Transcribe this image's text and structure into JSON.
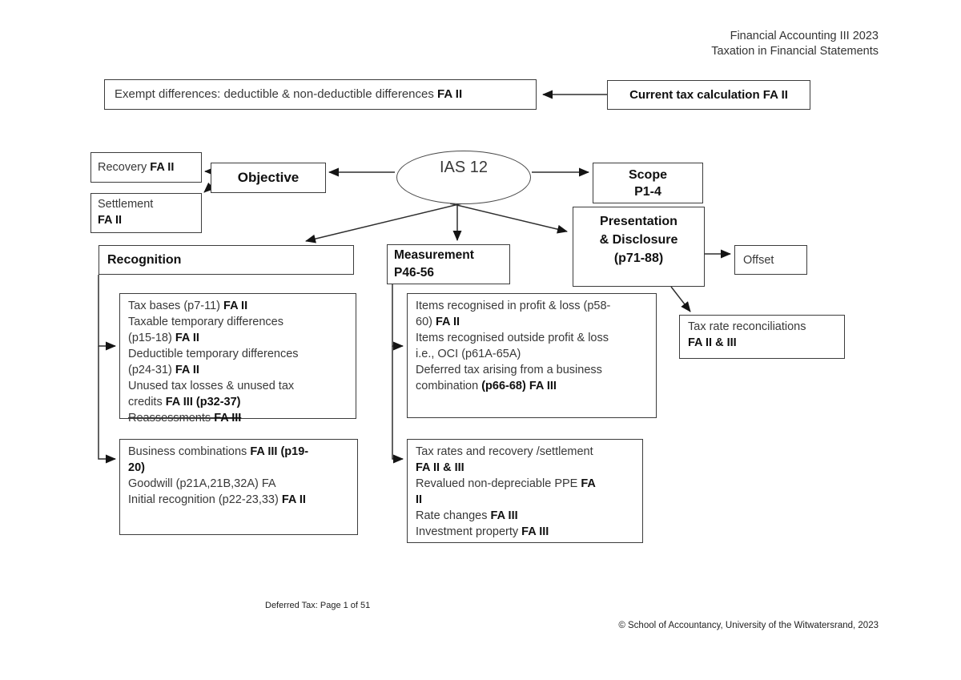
{
  "header": {
    "line1": "Financial Accounting III 2023",
    "line2": "Taxation in Financial Statements"
  },
  "colors": {
    "line": "#2e2e2e",
    "border": "#3c3c3c",
    "text_regular": "#383838",
    "text_bold": "#101010",
    "background": "#ffffff"
  },
  "nodes": {
    "exempt": {
      "lines": [
        [
          {
            "t": "Exempt differences: deductible & non-deductible differences "
          },
          {
            "t": "FA II",
            "b": true
          }
        ]
      ]
    },
    "current_tax": {
      "lines": [
        [
          {
            "t": "Current tax calculation FA II",
            "b": true
          }
        ]
      ]
    },
    "recovery": {
      "lines": [
        [
          {
            "t": "Recovery "
          },
          {
            "t": "FA II",
            "b": true
          }
        ]
      ]
    },
    "objective": {
      "lines": [
        [
          {
            "t": "Objective",
            "b": true
          }
        ]
      ]
    },
    "settlement": {
      "lines": [
        [
          {
            "t": "Settlement"
          }
        ],
        [
          {
            "t": "FA II",
            "b": true
          }
        ]
      ]
    },
    "ias12": {
      "lines": [
        [
          {
            "t": "IAS 12",
            "b": true
          }
        ]
      ]
    },
    "scope": {
      "lines": [
        [
          {
            "t": "Scope",
            "b": true
          }
        ],
        [
          {
            "t": "P1-4",
            "b": true
          }
        ]
      ]
    },
    "presentation_disclosure": {
      "lines": [
        [
          {
            "t": "Presentation",
            "b": true
          }
        ],
        [
          {
            "t": "& Disclosure",
            "b": true
          }
        ],
        [
          {
            "t": "(p71-88)",
            "b": true
          }
        ]
      ]
    },
    "offset": {
      "lines": [
        [
          {
            "t": "Offset"
          }
        ]
      ]
    },
    "tax_rate_reconciliations": {
      "lines": [
        [
          {
            "t": "Tax rate reconciliations"
          }
        ],
        [
          {
            "t": "FA II & III",
            "b": true
          }
        ]
      ]
    },
    "recognition": {
      "lines": [
        [
          {
            "t": "Recognition",
            "b": true
          }
        ]
      ]
    },
    "measurement": {
      "lines": [
        [
          {
            "t": "Measurement",
            "b": true
          }
        ],
        [
          {
            "t": "P46-56",
            "b": true
          }
        ]
      ]
    },
    "recognition_items1": {
      "lines": [
        [
          {
            "t": "Tax bases (p7-11) "
          },
          {
            "t": "FA II",
            "b": true
          }
        ],
        [
          {
            "t": "Taxable temporary differences"
          }
        ],
        [
          {
            "t": "(p15-18) "
          },
          {
            "t": "FA II",
            "b": true
          }
        ],
        [
          {
            "t": "Deductible temporary differences"
          }
        ],
        [
          {
            "t": "(p24-31) "
          },
          {
            "t": "FA II",
            "b": true
          }
        ],
        [
          {
            "t": "Unused tax losses & unused tax"
          }
        ],
        [
          {
            "t": "credits "
          },
          {
            "t": "FA III (p32-37)",
            "b": true
          }
        ],
        [
          {
            "t": "Reassessments ",
            "s": true
          },
          {
            "t": "FA III",
            "b": true,
            "s": true
          }
        ]
      ]
    },
    "recognition_items2": {
      "lines": [
        [
          {
            "t": "Business combinations "
          },
          {
            "t": "FA III (p19-",
            "b": true
          }
        ],
        [
          {
            "t": "20)",
            "b": true
          }
        ],
        [
          {
            "t": "Goodwill (p21A,21B,32A) FA"
          }
        ],
        [
          {
            "t": "Initial recognition (p22-23,33) "
          },
          {
            "t": "FA II",
            "b": true
          }
        ]
      ]
    },
    "measurement_items1": {
      "lines": [
        [
          {
            "t": "Items recognised in profit & loss (p58-"
          }
        ],
        [
          {
            "t": "60) "
          },
          {
            "t": "FA II",
            "b": true
          }
        ],
        [
          {
            "t": "Items recognised outside profit & loss"
          }
        ],
        [
          {
            "t": "i.e., OCI (p61A-65A)"
          }
        ],
        [
          {
            "t": "Deferred tax arising from a business"
          }
        ],
        [
          {
            "t": "combination "
          },
          {
            "t": "(p66-68) FA III",
            "b": true
          }
        ]
      ]
    },
    "measurement_items2": {
      "lines": [
        [
          {
            "t": "Tax rates and recovery /settlement"
          }
        ],
        [
          {
            "t": "FA II & III",
            "b": true
          }
        ],
        [
          {
            "t": "Revalued non-depreciable PPE "
          },
          {
            "t": "FA",
            "b": true
          }
        ],
        [
          {
            "t": "II",
            "b": true
          }
        ],
        [
          {
            "t": "Rate changes "
          },
          {
            "t": "FA III",
            "b": true
          }
        ],
        [
          {
            "t": "Investment property "
          },
          {
            "t": "FA III",
            "b": true
          }
        ]
      ]
    }
  },
  "footer": {
    "page": "Deferred Tax: Page 1 of 51",
    "copyright": "© School of Accountancy, University of the Witwatersrand, 2023"
  }
}
